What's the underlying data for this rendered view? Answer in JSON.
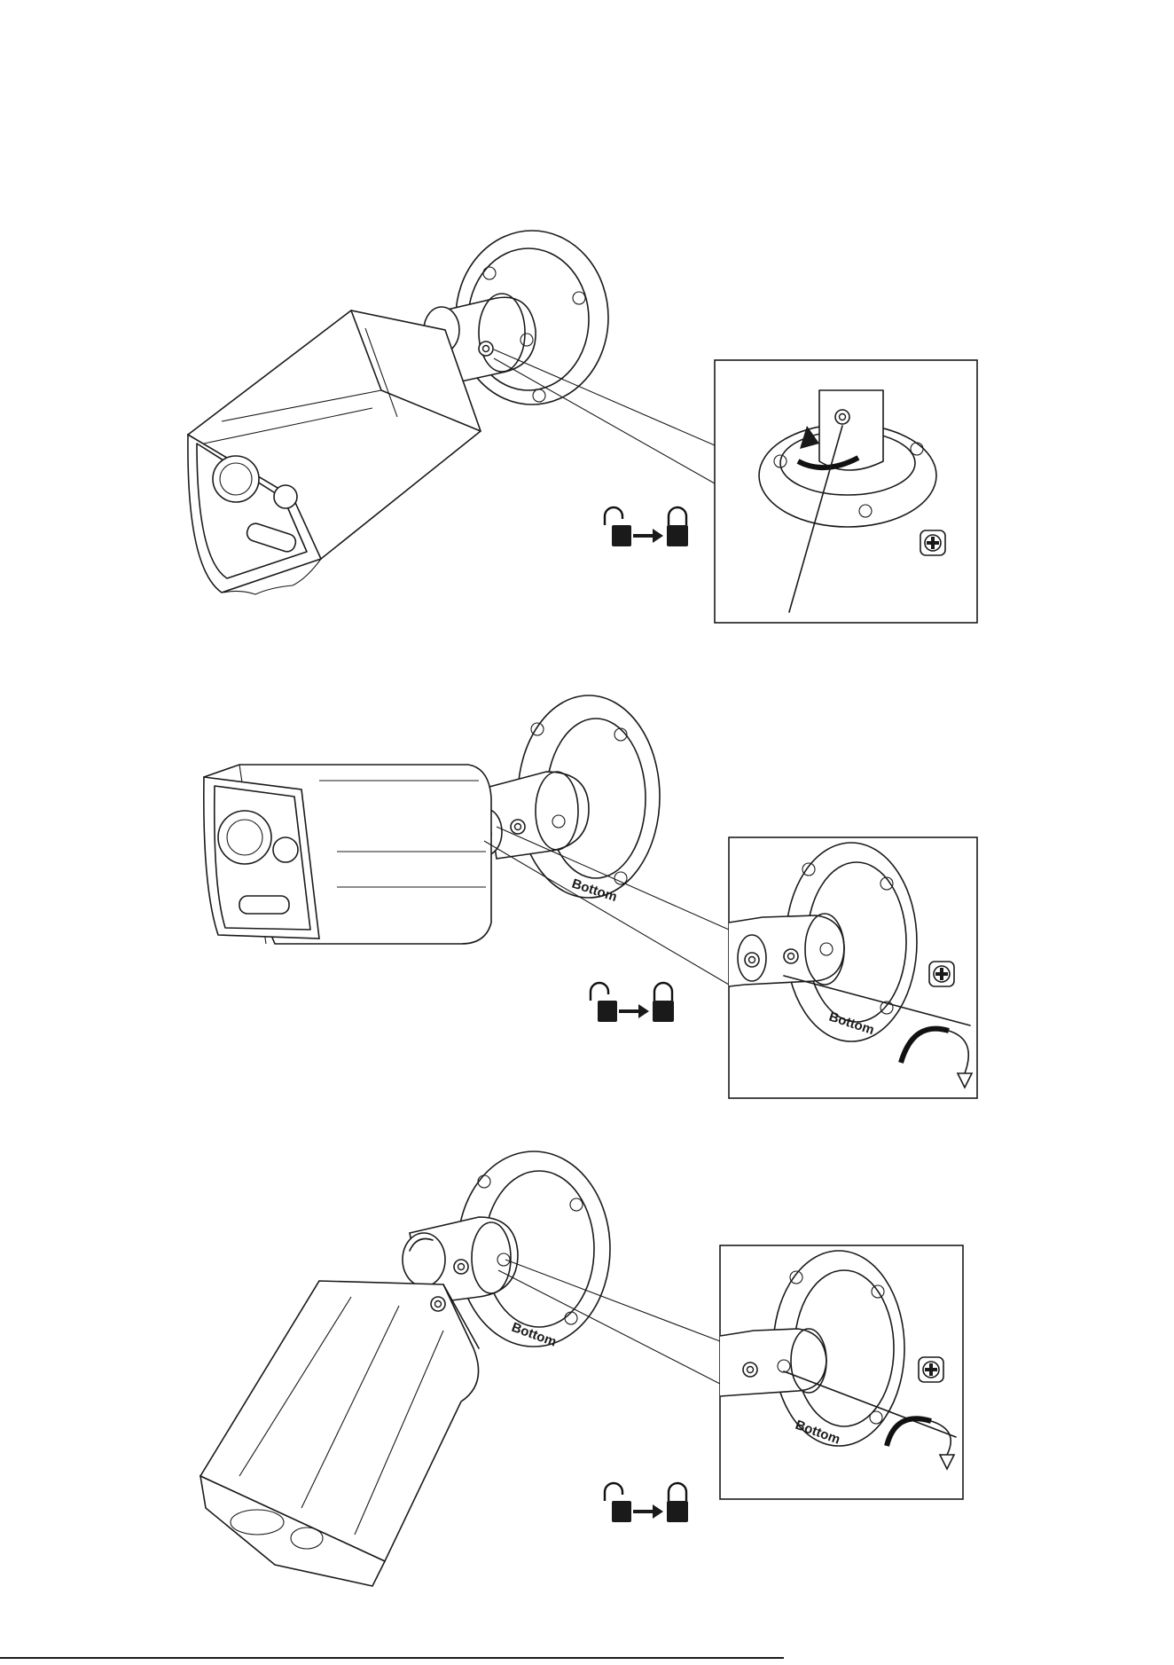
{
  "steps": [
    {
      "id": "step-1",
      "panel": "top-view",
      "action": "tighten",
      "lock_icons": [
        "unlocked-padlock-icon",
        "arrow-right-icon",
        "locked-padlock-icon"
      ],
      "tool_icon": "phillips-screw-icon",
      "marking": ""
    },
    {
      "id": "step-2",
      "panel": "side-view",
      "action": "tighten",
      "lock_icons": [
        "unlocked-padlock-icon",
        "arrow-right-icon",
        "locked-padlock-icon"
      ],
      "tool_icon": "phillips-screw-icon",
      "marking": "Bottom"
    },
    {
      "id": "step-3",
      "panel": "tilt-view",
      "action": "tighten",
      "lock_icons": [
        "unlocked-padlock-icon",
        "arrow-right-icon",
        "locked-padlock-icon"
      ],
      "tool_icon": "phillips-screw-icon",
      "marking": "Bottom"
    }
  ],
  "labels": {
    "bottom_mark": "Bottom"
  },
  "colors": {
    "ink": "#1a1a1a",
    "paper": "#ffffff"
  }
}
